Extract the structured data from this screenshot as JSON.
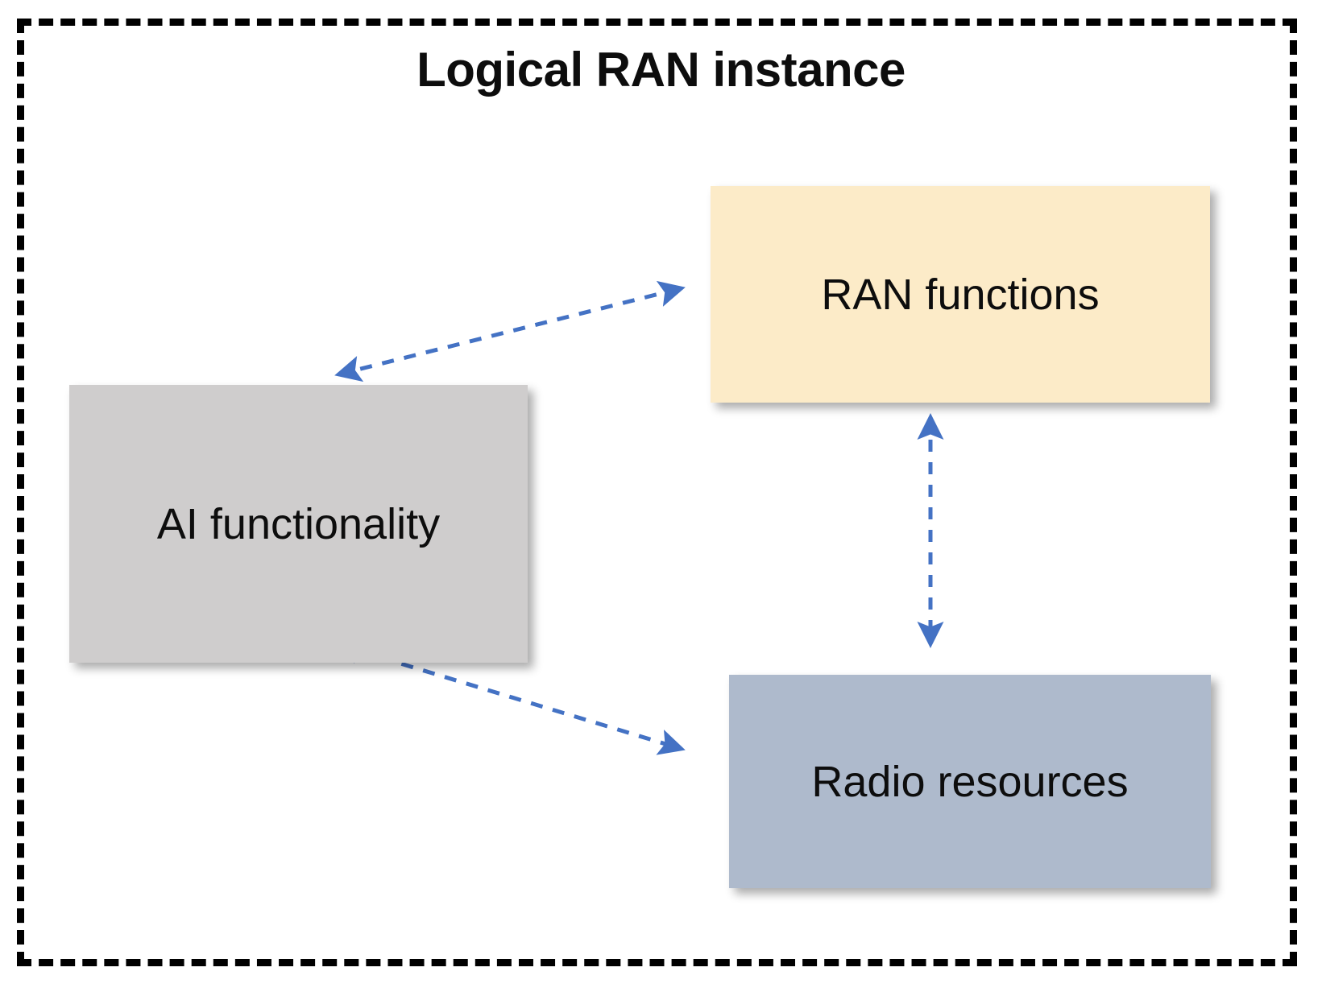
{
  "diagram": {
    "title": "Logical RAN instance",
    "boundary_style": "dashed",
    "boundary_color": "#000000",
    "background": "#ffffff",
    "nodes": [
      {
        "id": "ran-functions",
        "label": "RAN functions",
        "fill": "#FCEBC8"
      },
      {
        "id": "ai-functionality",
        "label": "AI functionality",
        "fill": "#CFCDCD"
      },
      {
        "id": "radio-resources",
        "label": "Radio resources",
        "fill": "#AEBACC"
      }
    ],
    "connectors": [
      {
        "id": "ai-to-ran-functions",
        "from": "ai-functionality",
        "to": "ran-functions",
        "style": "dashed",
        "arrowheads": "both",
        "color": "#4472C4"
      },
      {
        "id": "ran-functions-to-radio-resources",
        "from": "ran-functions",
        "to": "radio-resources",
        "style": "dashed",
        "arrowheads": "both",
        "color": "#4472C4"
      },
      {
        "id": "ai-to-radio-resources",
        "from": "ai-functionality",
        "to": "radio-resources",
        "style": "dashed",
        "arrowheads": "both",
        "color": "#4472C4"
      }
    ]
  }
}
